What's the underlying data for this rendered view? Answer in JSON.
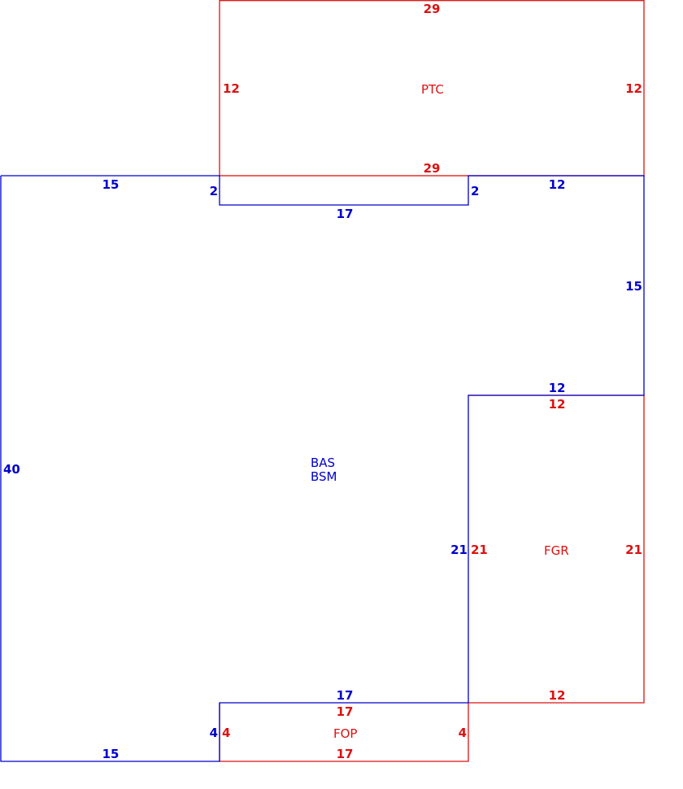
{
  "colors": {
    "main": "#0000cc",
    "accessory": "#dd1111",
    "background": "#ffffff"
  },
  "areas": {
    "main_line1": "BAS",
    "main_line2": "BSM",
    "patio": "PTC",
    "garage": "FGR",
    "porch": "FOP"
  },
  "dimensions": {
    "main_top_left": "15",
    "main_notch_left": "2",
    "main_notch_bottom": "17",
    "main_notch_right": "2",
    "main_top_right": "12",
    "main_right_upper": "15",
    "main_step_top": "12",
    "main_step_side": "21",
    "main_left": "40",
    "main_porch_top": "17",
    "main_porch_side": "4",
    "main_bottom_left": "15",
    "patio_top": "29",
    "patio_left": "12",
    "patio_right": "12",
    "patio_bottom": "29",
    "garage_top": "12",
    "garage_left": "21",
    "garage_right": "21",
    "garage_bottom": "12",
    "porch_top": "17",
    "porch_left": "4",
    "porch_right": "4",
    "porch_bottom": "17"
  }
}
